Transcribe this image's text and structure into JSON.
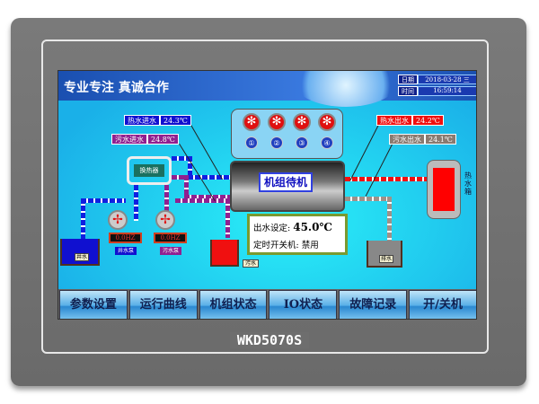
{
  "device": {
    "model": "WKD5070S"
  },
  "header": {
    "slogan": "专业专注  真诚合作",
    "date_label": "日期",
    "date_value": "2018-03-28 三",
    "time_label": "时间",
    "time_value": "16:59:14"
  },
  "sensors": {
    "hot_in": {
      "label": "热水进水",
      "value": "24.3℃"
    },
    "waste_in": {
      "label": "污水进水",
      "value": "24.8℃"
    },
    "hot_out": {
      "label": "热水出水",
      "value": "24.2℃"
    },
    "waste_out": {
      "label": "污水出水",
      "value": "24.1℃"
    }
  },
  "compressors": [
    "①",
    "②",
    "③",
    "④"
  ],
  "unit": {
    "status": "机组待机",
    "setpoint_label": "出水设定:",
    "setpoint_value": "45.0℃",
    "timer_label": "定时开关机:",
    "timer_value": "禁用"
  },
  "heat_exchanger": "换热器",
  "pumps": [
    {
      "freq": "0.0HZ",
      "label": "井水泵"
    },
    {
      "freq": "0.0HZ",
      "label": "污水泵"
    }
  ],
  "tanks": {
    "well": "井水",
    "waste": "污水",
    "drain": "排水",
    "hot_tank": "热水箱"
  },
  "buttons": [
    "参数设置",
    "运行曲线",
    "机组状态",
    "IO状态",
    "故障记录",
    "开/关机"
  ],
  "colors": {
    "screen_bg": "#1ab0e8",
    "header_bg": "#1a4fb0",
    "hot": "#f01010",
    "cold": "#1020e0",
    "waste": "#902090"
  }
}
